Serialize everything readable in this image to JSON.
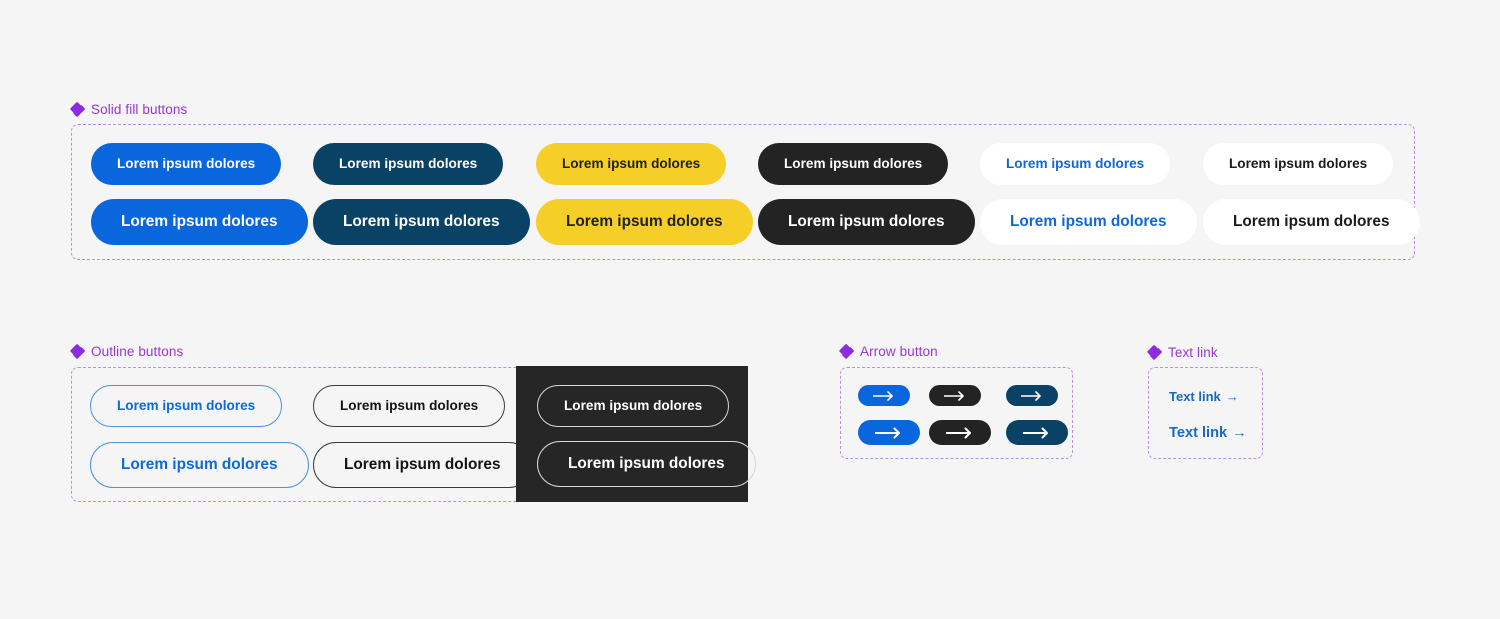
{
  "theme": {
    "page_bg": "#f5f5f5",
    "accent_purple": "#9b35d6",
    "dashed_border": "#bd8ee0",
    "blue": "#0a66dc",
    "navy": "#0a4266",
    "yellow": "#f5ce27",
    "dark": "#232323",
    "white": "#ffffff",
    "link_blue": "#1569c7",
    "outline_blue": "#4b92dd",
    "outline_dark": "#3a3a3a",
    "outline_light": "#d8d8d8",
    "dark_panel_bg": "#262626"
  },
  "sections": {
    "solid": {
      "label": "Solid fill buttons",
      "icon": "sparkle-icon",
      "buttons": [
        {
          "variant": "v-blue",
          "size": "sm",
          "label": "Lorem ipsum dolores"
        },
        {
          "variant": "v-navy",
          "size": "sm",
          "label": "Lorem ipsum dolores"
        },
        {
          "variant": "v-yellow",
          "size": "sm",
          "label": "Lorem ipsum dolores"
        },
        {
          "variant": "v-dark",
          "size": "sm",
          "label": "Lorem ipsum dolores"
        },
        {
          "variant": "v-white-blue",
          "size": "sm",
          "label": "Lorem ipsum dolores"
        },
        {
          "variant": "v-white-dark",
          "size": "sm",
          "label": "Lorem ipsum dolores"
        },
        {
          "variant": "v-blue",
          "size": "lg",
          "label": "Lorem ipsum dolores"
        },
        {
          "variant": "v-navy",
          "size": "lg",
          "label": "Lorem ipsum dolores"
        },
        {
          "variant": "v-yellow",
          "size": "lg",
          "label": "Lorem ipsum dolores"
        },
        {
          "variant": "v-dark",
          "size": "lg",
          "label": "Lorem ipsum dolores"
        },
        {
          "variant": "v-white-blue",
          "size": "lg",
          "label": "Lorem ipsum dolores"
        },
        {
          "variant": "v-white-dark",
          "size": "lg",
          "label": "Lorem ipsum dolores"
        }
      ]
    },
    "outline": {
      "label": "Outline buttons",
      "icon": "sparkle-icon",
      "buttons": [
        {
          "variant": "o-blue",
          "size": "sm",
          "label": "Lorem ipsum dolores"
        },
        {
          "variant": "o-dark",
          "size": "sm",
          "label": "Lorem ipsum dolores"
        },
        {
          "variant": "o-light",
          "size": "sm",
          "label": "Lorem ipsum dolores"
        },
        {
          "variant": "o-blue",
          "size": "lg",
          "label": "Lorem ipsum dolores"
        },
        {
          "variant": "o-dark",
          "size": "lg",
          "label": "Lorem ipsum dolores"
        },
        {
          "variant": "o-light",
          "size": "lg",
          "label": "Lorem ipsum dolores"
        }
      ]
    },
    "arrow": {
      "label": "Arrow button",
      "icon": "sparkle-icon",
      "buttons": [
        {
          "variant": "a-blue",
          "size": "sm",
          "icon": "arrow-right-icon"
        },
        {
          "variant": "a-dark",
          "size": "sm",
          "icon": "arrow-right-icon"
        },
        {
          "variant": "a-navy",
          "size": "sm",
          "icon": "arrow-right-icon"
        },
        {
          "variant": "a-blue",
          "size": "lg",
          "icon": "arrow-right-icon"
        },
        {
          "variant": "a-dark",
          "size": "lg",
          "icon": "arrow-right-icon"
        },
        {
          "variant": "a-navy",
          "size": "lg",
          "icon": "arrow-right-icon"
        }
      ]
    },
    "textlink": {
      "label": "Text link",
      "icon": "sparkle-icon",
      "links": [
        {
          "size": "sm",
          "label": "Text link",
          "arrow": "→"
        },
        {
          "size": "lg",
          "label": "Text link",
          "arrow": "→"
        }
      ]
    }
  }
}
